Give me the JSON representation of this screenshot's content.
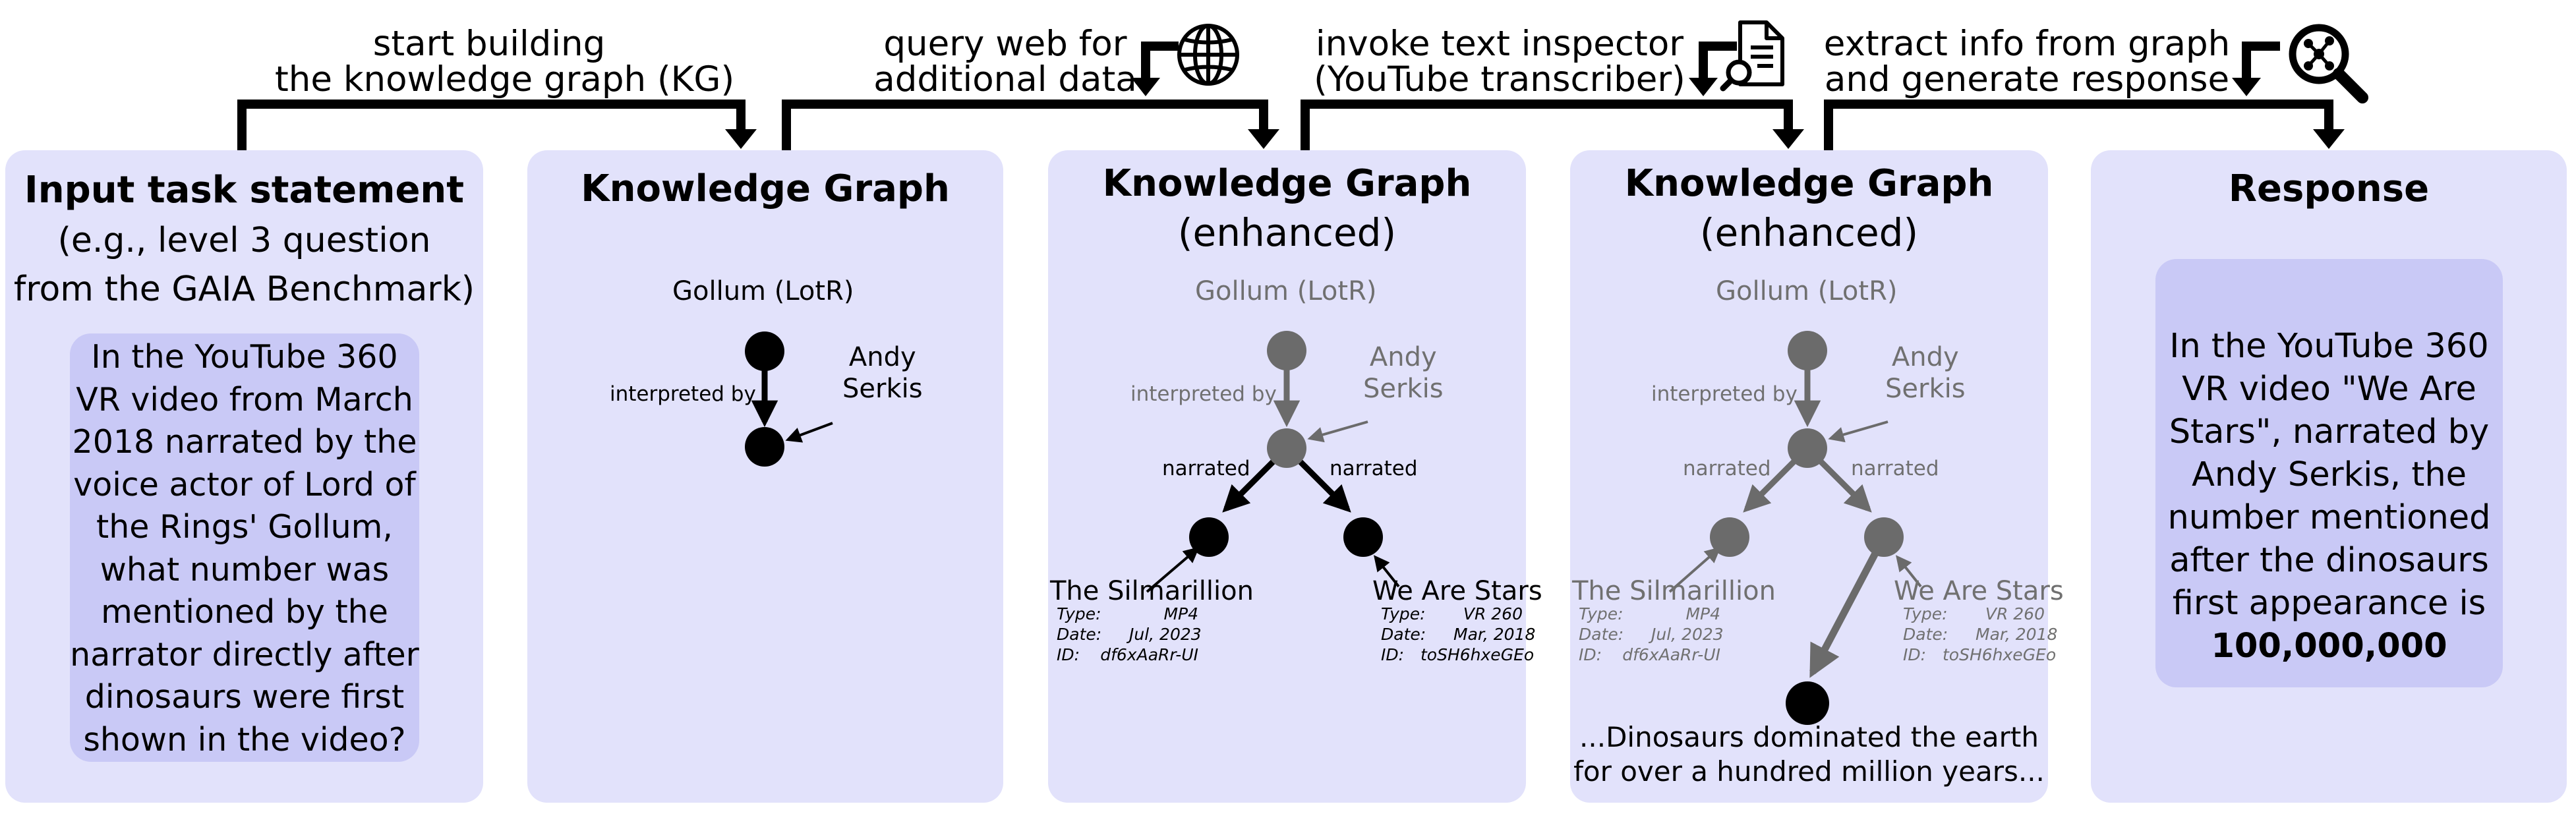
{
  "steps": [
    {
      "label_lines": [
        "start building",
        "the knowledge graph (KG)"
      ]
    },
    {
      "label_lines": [
        "query web for",
        "additional data"
      ],
      "icon": "globe-icon"
    },
    {
      "label_lines": [
        "invoke text inspector",
        "(YouTube transcriber)"
      ],
      "icon": "document-search-icon"
    },
    {
      "label_lines": [
        "extract info from graph",
        "and generate response"
      ],
      "icon": "graph-search-icon"
    }
  ],
  "panels": {
    "input": {
      "title": "Input task statement",
      "subtitle_lines": [
        "(e.g., level 3 question",
        "from the GAIA Benchmark)"
      ],
      "question_lines": [
        "In the YouTube 360",
        "VR video from March",
        "2018 narrated by the",
        "voice actor of Lord of",
        "the Rings' Gollum,",
        "what number was",
        "mentioned by the",
        "narrator directly after",
        "dinosaurs were first",
        "shown in the video?"
      ]
    },
    "kg1": {
      "title": "Knowledge Graph"
    },
    "kg2": {
      "title": "Knowledge Graph",
      "subtitle": "(enhanced)"
    },
    "kg3": {
      "title": "Knowledge Graph",
      "subtitle": "(enhanced)"
    },
    "response": {
      "title": "Response",
      "lines": [
        "In the YouTube 360",
        "VR video \"We Are",
        "Stars\", narrated by",
        "Andy Serkis, the",
        "number mentioned",
        "after the dinosaurs",
        "first appearance is"
      ],
      "answer": "100,000,000"
    }
  },
  "graph": {
    "gollum": "Gollum (LotR)",
    "andy_lines": [
      "Andy",
      "Serkis"
    ],
    "edge_interpreted": "interpreted by",
    "edge_narrated": "narrated",
    "silmarillion": {
      "name": "The Silmarillion",
      "meta": [
        [
          "Type:",
          "MP4"
        ],
        [
          "Date:",
          "Jul, 2023"
        ],
        [
          "ID:",
          "df6xAaRr-UI"
        ]
      ]
    },
    "stars": {
      "name": "We Are Stars",
      "meta": [
        [
          "Type:",
          "VR 260"
        ],
        [
          "Date:",
          "Mar, 2018"
        ],
        [
          "ID:",
          "toSH6hxeGEo"
        ]
      ]
    },
    "transcript_lines": [
      "...Dinosaurs dominated the earth",
      "for over a hundred million years..."
    ]
  },
  "colors": {
    "panel_bg": "#e2e2fb",
    "inner_bg": "#c9c9f6",
    "node_active": "#000000",
    "node_inactive": "#6b6b6b",
    "text_inactive": "#707070"
  }
}
